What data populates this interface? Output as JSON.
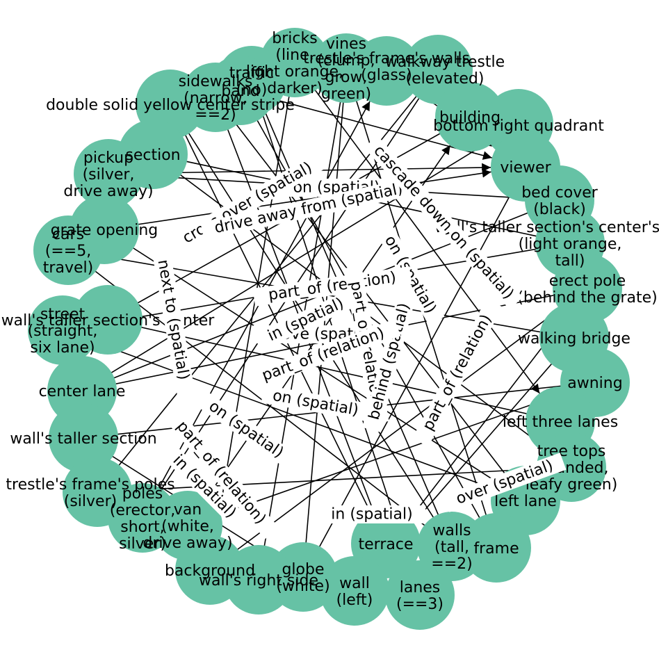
{
  "colors": {
    "node_fill": "#66c2a5",
    "edge": "#000000",
    "label_bg": "#ffffff"
  },
  "nodes": [
    {
      "id": "bricks",
      "label": "bricks\n(line,\nlight orange,\ndarker)"
    },
    {
      "id": "vines",
      "label": "vines\n(clump,\ngrow,\ngreen)"
    },
    {
      "id": "trestles_frames_walls",
      "label": "trestle's frame's walls\n(glass)"
    },
    {
      "id": "walkway_trestle",
      "label": "walkway trestle\n(elevated)"
    },
    {
      "id": "traffic",
      "label": "traffic\n(no)"
    },
    {
      "id": "band",
      "label": "band"
    },
    {
      "id": "sidewalks",
      "label": "sidewalks\n(narrow,\n==2)"
    },
    {
      "id": "double_solid",
      "label": "double solid yellow center stripe"
    },
    {
      "id": "building",
      "label": "building"
    },
    {
      "id": "bottom_right_quadrant",
      "label": "bottom right quadrant"
    },
    {
      "id": "section",
      "label": "section"
    },
    {
      "id": "pickup",
      "label": "pickup\n(silver,\ndrive away)"
    },
    {
      "id": "viewer",
      "label": "viewer"
    },
    {
      "id": "bed_cover",
      "label": "bed cover\n(black)"
    },
    {
      "id": "grate_opening",
      "label": "grate opening"
    },
    {
      "id": "cars",
      "label": "cars\n(==5,\ntravel)"
    },
    {
      "id": "walls_taller_section_center_grate",
      "label": "wall's taller section's center's grate\n(light orange,\ntall)"
    },
    {
      "id": "erect_pole",
      "label": "erect pole\n(behind the grate)"
    },
    {
      "id": "walls_taller_section_center",
      "label": "wall's taller section's center"
    },
    {
      "id": "street",
      "label": "street\n(straight,\nsix lane)"
    },
    {
      "id": "walking_bridge",
      "label": "walking bridge"
    },
    {
      "id": "awning",
      "label": "awning"
    },
    {
      "id": "center_lane",
      "label": "center lane"
    },
    {
      "id": "left_three_lanes",
      "label": "left three lanes"
    },
    {
      "id": "walls_taller_section",
      "label": "wall's taller section"
    },
    {
      "id": "tree_tops",
      "label": "tree tops\n(rounded,\nleafy green)"
    },
    {
      "id": "trestles_frames_poles",
      "label": "trestle's frame's poles\n(silver)"
    },
    {
      "id": "poles",
      "label": "poles\n(erector,\nshort,\nsilver)"
    },
    {
      "id": "left_lane",
      "label": "left lane"
    },
    {
      "id": "van",
      "label": "van\n(white,\ndrive away)"
    },
    {
      "id": "walls",
      "label": "walls\n(tall,\n==2)"
    },
    {
      "id": "frame",
      "label": "frame"
    },
    {
      "id": "terrace",
      "label": "terrace"
    },
    {
      "id": "background",
      "label": "background"
    },
    {
      "id": "globe",
      "label": "globe\n(white)"
    },
    {
      "id": "walls_right_side",
      "label": "wall's right side"
    },
    {
      "id": "wall_left",
      "label": "wall\n(left)"
    },
    {
      "id": "lanes",
      "label": "lanes\n(==3)"
    }
  ],
  "edge_labels": [
    {
      "text": "on (spatial)",
      "rotation": 0
    },
    {
      "text": "cross,over (spatial)",
      "rotation": -30
    },
    {
      "text": "drive away from (spatial)",
      "rotation": -12
    },
    {
      "text": "cascade down,on (spatial)",
      "rotation": 48
    },
    {
      "text": "on (spatial)",
      "rotation": 60
    },
    {
      "text": "part_of (relation)",
      "rotation": -8
    },
    {
      "text": "next to (spatial)",
      "rotation": 80
    },
    {
      "text": "above (spatial)",
      "rotation": 0
    },
    {
      "text": "part_of (relation)",
      "rotation": 80
    },
    {
      "text": "part_of (relation)",
      "rotation": -62
    },
    {
      "text": "behind (spatial)",
      "rotation": -75
    },
    {
      "text": "part_of (relation)",
      "rotation": -20
    },
    {
      "text": "in (spatial)",
      "rotation": -25
    },
    {
      "text": "on (spatial)",
      "rotation": 10
    },
    {
      "text": "on (spatial)",
      "rotation": 35
    },
    {
      "text": "part_of (relation)",
      "rotation": 50
    },
    {
      "text": "in (spatial)",
      "rotation": 45
    },
    {
      "text": "in (spatial)",
      "rotation": 0
    },
    {
      "text": "over (spatial)",
      "rotation": -20
    }
  ]
}
